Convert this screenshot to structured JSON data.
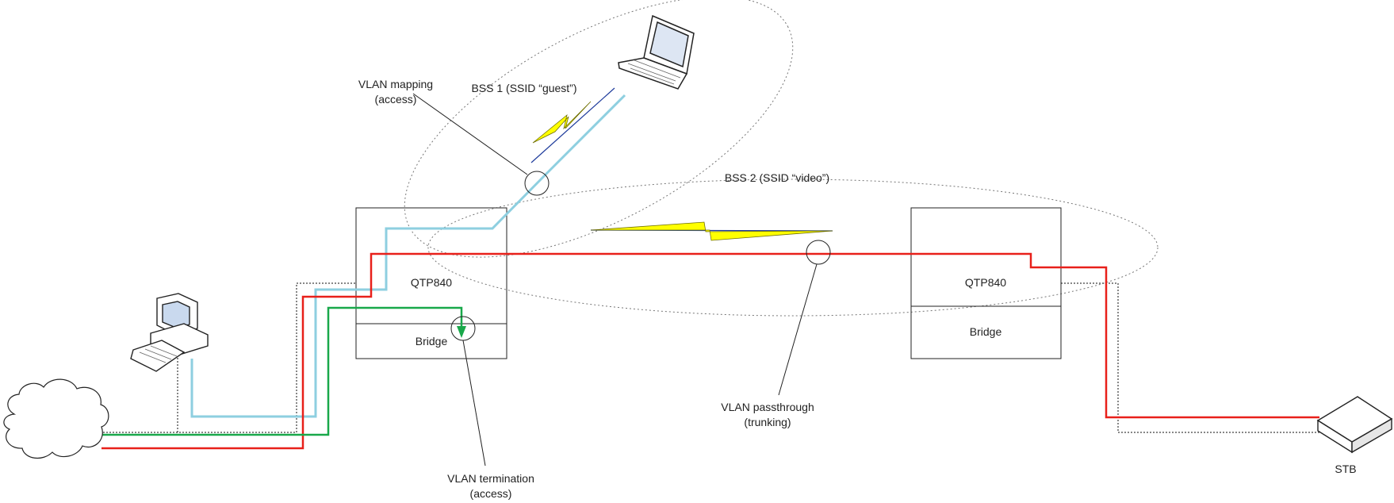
{
  "labels": {
    "vlan_mapping_line1": "VLAN mapping",
    "vlan_mapping_line2": "(access)",
    "bss1": "BSS 1 (SSID “guest”)",
    "bss2": "BSS 2 (SSID “video”)",
    "vlan_passthrough_line1": "VLAN passthrough",
    "vlan_passthrough_line2": "(trunking)",
    "vlan_termination_line1": "VLAN termination",
    "vlan_termination_line2": "(access)",
    "stb": "STB"
  },
  "devices": {
    "left": {
      "name": "QTP840",
      "sub": "Bridge"
    },
    "right": {
      "name": "QTP840",
      "sub": "Bridge"
    }
  },
  "icons": [
    "laptop-icon",
    "desktop-pc-icon",
    "cloud-icon",
    "set-top-box-icon",
    "lightning-bolt-icon"
  ],
  "colors": {
    "guest_vlan": "#8ecfe0",
    "video_vlan": "#e8201a",
    "data_vlan": "#19a84a",
    "lightning_fill": "#ffff00",
    "lightning_edge": "#1f3c9c"
  }
}
